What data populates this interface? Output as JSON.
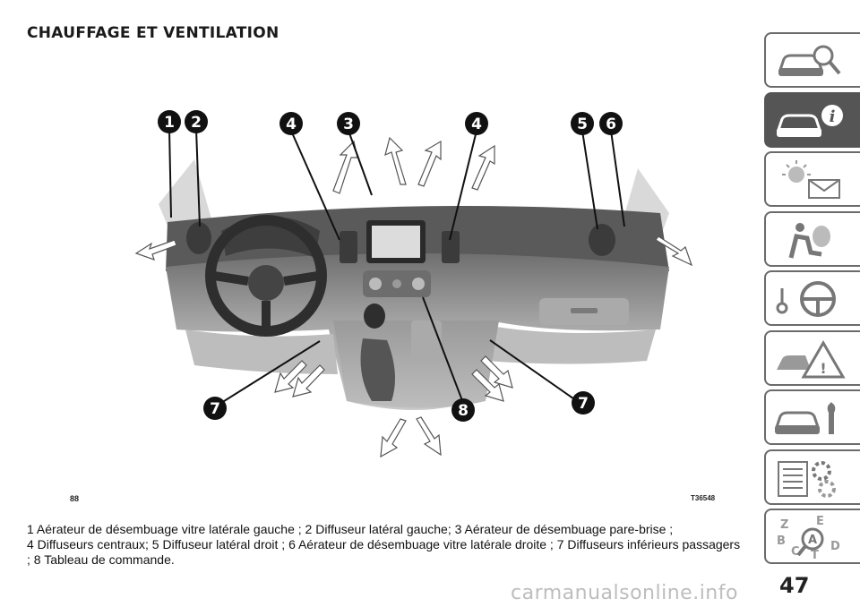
{
  "page": {
    "section_title": "CHAUFFAGE ET VENTILATION",
    "page_number": "47",
    "watermark": "carmanualsonline.info"
  },
  "figure": {
    "number": "88",
    "code": "T36548",
    "callouts": [
      "1",
      "2",
      "3",
      "4",
      "4",
      "5",
      "6",
      "7",
      "7",
      "8"
    ]
  },
  "caption": {
    "lines": [
      "1 Aérateur de désembuage vitre latérale gauche ; 2 Diffuseur latéral gauche; 3 Aérateur de désembuage pare-brise ;",
      "4 Diffuseurs centraux; 5 Diffuseur latéral droit ; 6 Aérateur de désembuage vitre latérale droite ; 7 Diffuseurs inférieurs passagers",
      "; 8 Tableau de commande."
    ]
  },
  "side_tabs": [
    {
      "icon": "car-search-icon",
      "active": false
    },
    {
      "icon": "car-info-icon",
      "active": true
    },
    {
      "icon": "warning-light-message-icon",
      "active": false
    },
    {
      "icon": "seat-airbag-icon",
      "active": false
    },
    {
      "icon": "steering-wheel-key-icon",
      "active": false
    },
    {
      "icon": "car-crash-warning-icon",
      "active": false
    },
    {
      "icon": "car-wrench-icon",
      "active": false
    },
    {
      "icon": "list-gears-icon",
      "active": false
    },
    {
      "icon": "alphabet-index-icon",
      "active": false
    }
  ],
  "colors": {
    "tab_border": "#6b6b6b",
    "tab_active": "#555555",
    "dashboard": "#8c8c8c",
    "callout": "#111111"
  }
}
